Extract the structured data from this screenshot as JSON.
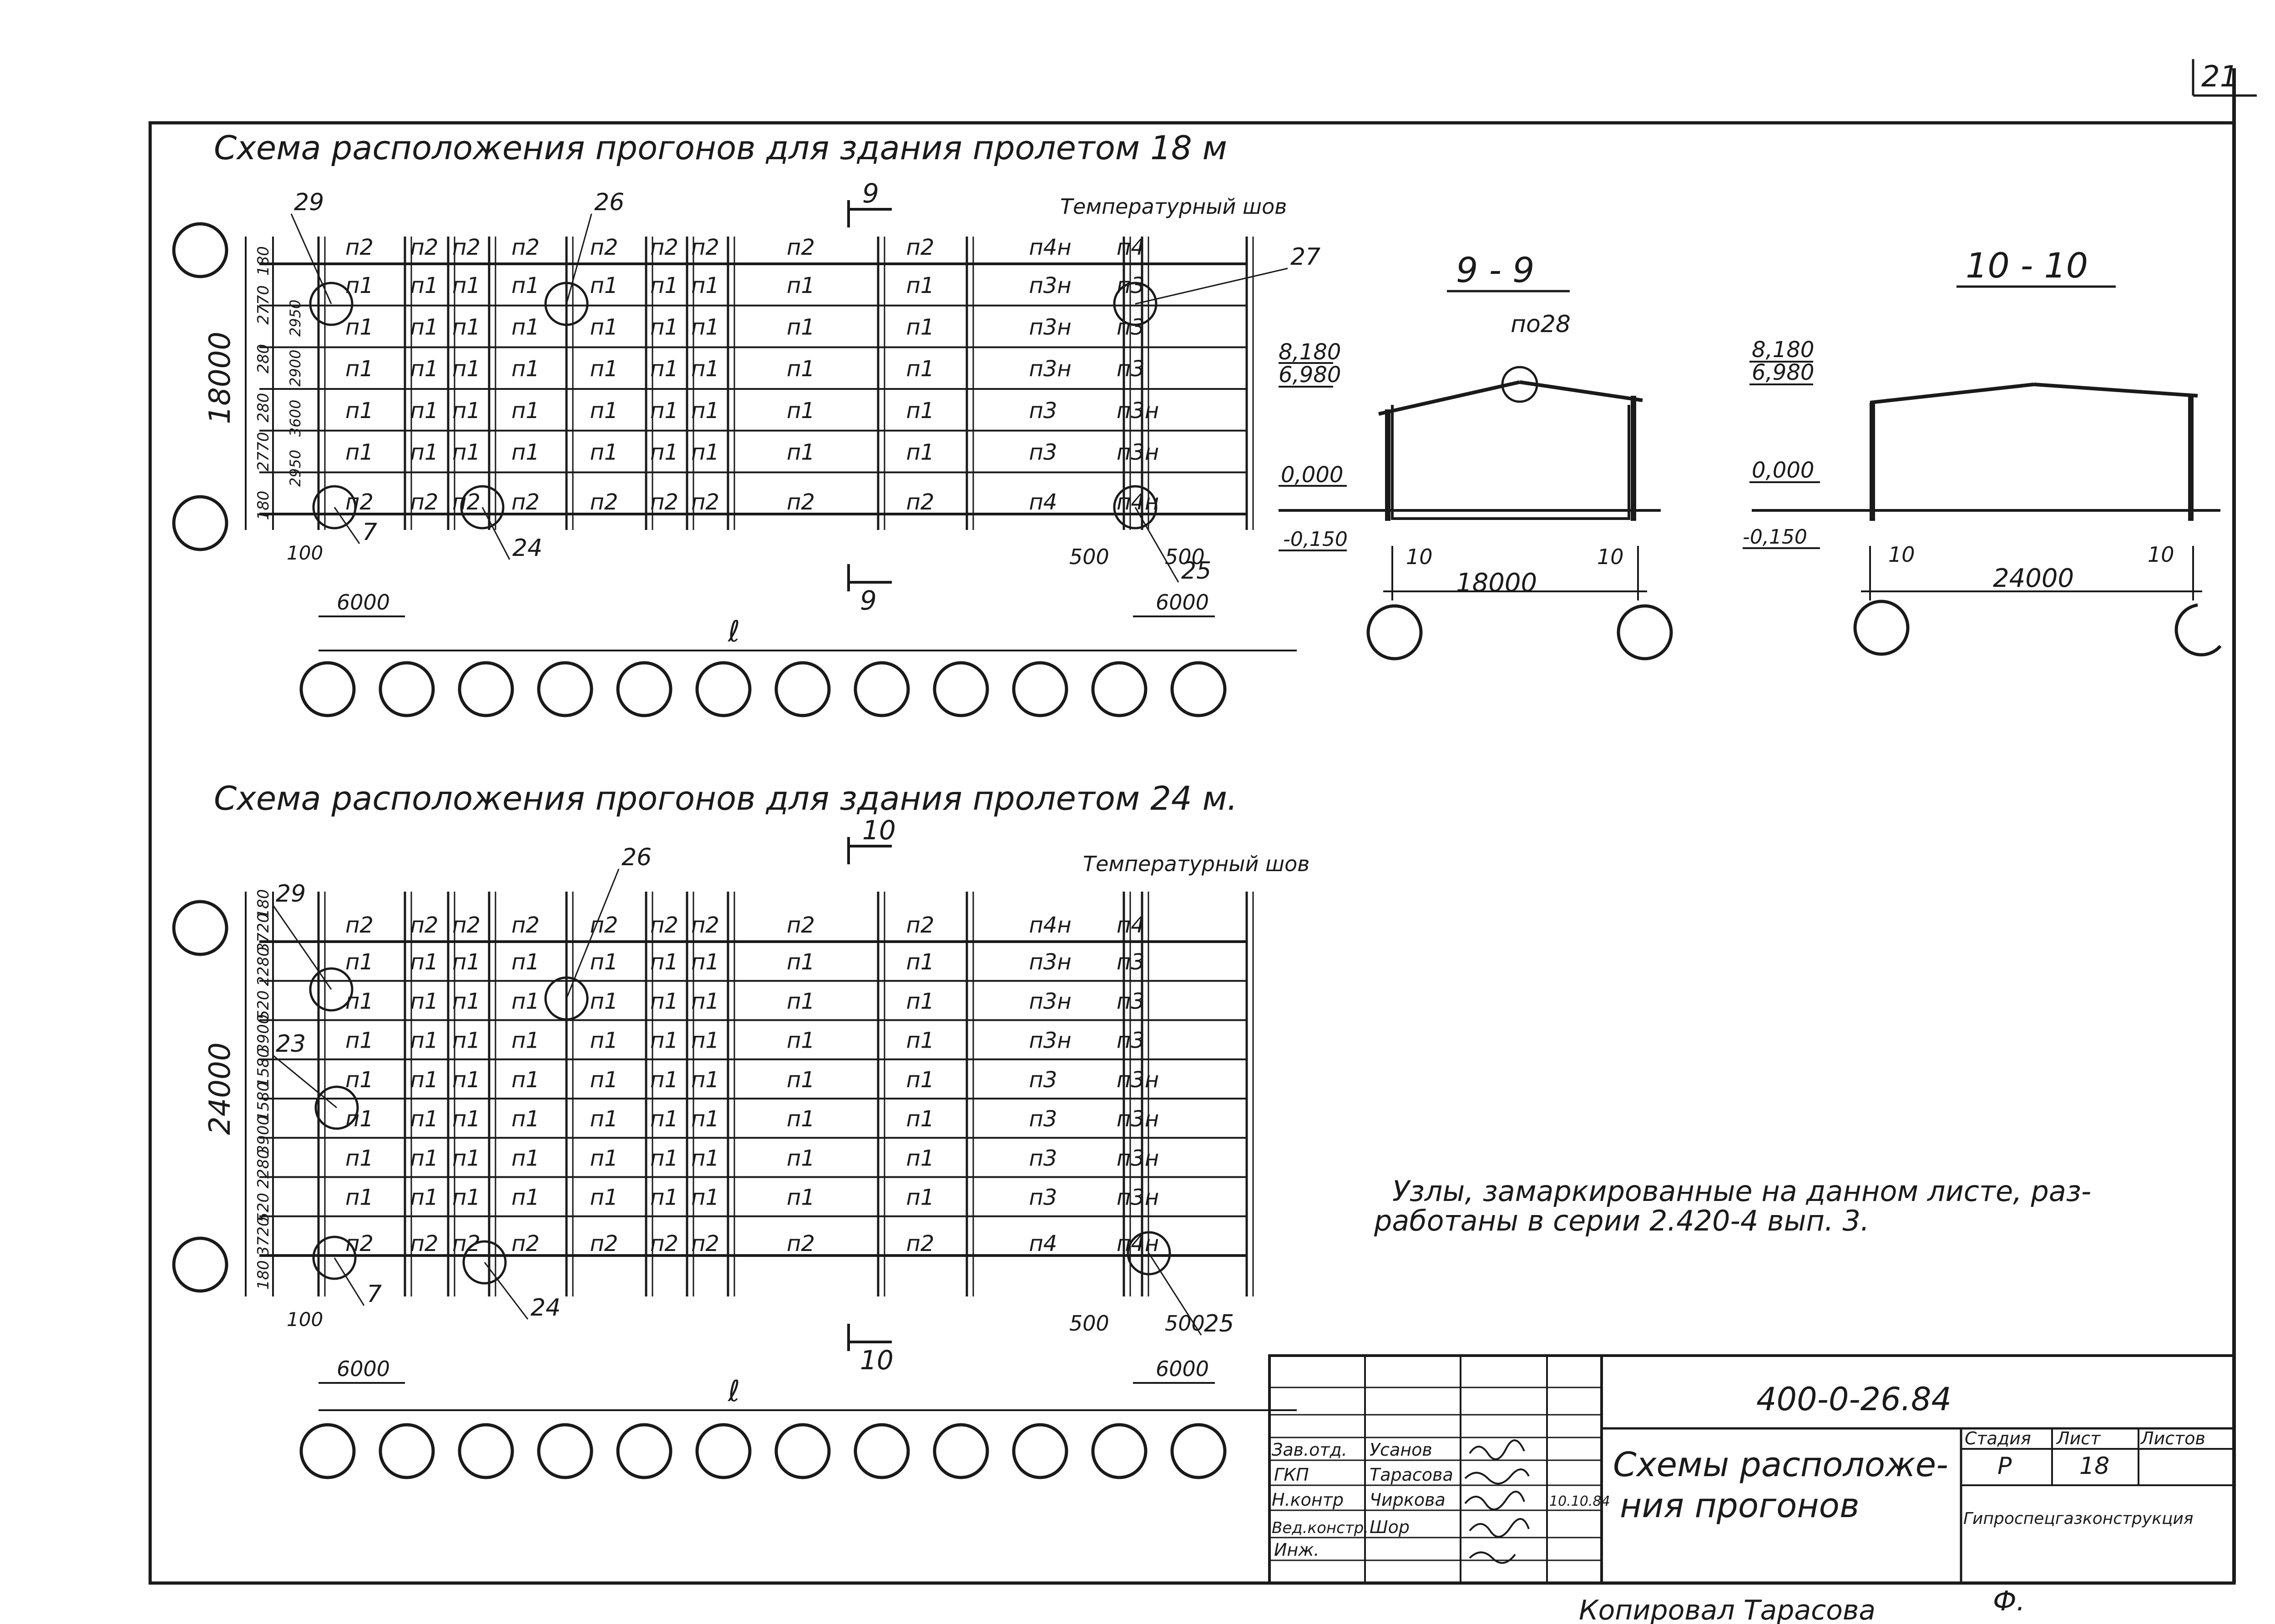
{
  "sheet": {
    "page_number": "21"
  },
  "top_plan": {
    "title": "Схема расположения прогонов для здания пролетом 18 м",
    "dims_vertical": [
      "180",
      "2770",
      "280",
      "280",
      "2770",
      "180"
    ],
    "dims_inner": [
      "2950",
      "2900",
      "3600",
      "2950"
    ],
    "total_width": "18000",
    "callouts": [
      "29",
      "26",
      "27",
      "7",
      "24",
      "25"
    ],
    "temp_joint_label": "Температурный шов",
    "section_mark": "9",
    "dims_bottom": [
      "100",
      "6000",
      "500",
      "500",
      "6000"
    ],
    "axis_label": "ℓ",
    "purlin_rows": [
      [
        "п2",
        "п2",
        "п2",
        "п2",
        "п2",
        "п2",
        "п2",
        "п2",
        "п2",
        "п4н",
        "п4"
      ],
      [
        "п1",
        "п1",
        "п1",
        "п1",
        "п1",
        "п1",
        "п1",
        "п1",
        "п1",
        "п3н",
        "п3"
      ],
      [
        "п1",
        "п1",
        "п1",
        "п1",
        "п1",
        "п1",
        "п1",
        "п1",
        "п1",
        "п3н",
        "п3"
      ],
      [
        "п1",
        "п1",
        "п1",
        "п1",
        "п1",
        "п1",
        "п1",
        "п1",
        "п1",
        "п3н",
        "п3"
      ],
      [
        "п1",
        "п1",
        "п1",
        "п1",
        "п1",
        "п1",
        "п1",
        "п1",
        "п1",
        "п3",
        "п3н"
      ],
      [
        "п1",
        "п1",
        "п1",
        "п1",
        "п1",
        "п1",
        "п1",
        "п1",
        "п1",
        "п3",
        "п3н"
      ],
      [
        "п2",
        "п2",
        "п2",
        "п2",
        "п2",
        "п2",
        "п2",
        "п2",
        "п2",
        "п4",
        "п4н"
      ]
    ]
  },
  "section_9": {
    "title": "9 - 9",
    "node": "по28",
    "elev": [
      "8,180",
      "6,980",
      "0,000",
      "-0,150"
    ],
    "dims": [
      "10",
      "18000",
      "10"
    ]
  },
  "section_10": {
    "title": "10 - 10",
    "elev": [
      "8,180",
      "6,980",
      "0,000",
      "-0,150"
    ],
    "dims": [
      "10",
      "24000",
      "10"
    ]
  },
  "bottom_plan": {
    "title": "Схема расположения прогонов для здания пролетом 24 м.",
    "dims_vertical": [
      "180",
      "3720",
      "2280",
      "520",
      "3900",
      "1580",
      "1580",
      "3900",
      "2280",
      "520",
      "3720",
      "180"
    ],
    "total_width": "24000",
    "callouts": [
      "29",
      "26",
      "23",
      "7",
      "24",
      "25"
    ],
    "temp_joint_label": "Температурный шов",
    "section_mark": "10",
    "dims_bottom": [
      "100",
      "6000",
      "500",
      "500",
      "6000"
    ],
    "axis_label": "ℓ",
    "purlin_rows": [
      [
        "п2",
        "п2",
        "п2",
        "п2",
        "п2",
        "п2",
        "п2",
        "п2",
        "п2",
        "п4н",
        "п4"
      ],
      [
        "п1",
        "п1",
        "п1",
        "п1",
        "п1",
        "п1",
        "п1",
        "п1",
        "п1",
        "п3н",
        "п3"
      ],
      [
        "п1",
        "п1",
        "п1",
        "п1",
        "п1",
        "п1",
        "п1",
        "п1",
        "п1",
        "п3н",
        "п3"
      ],
      [
        "п1",
        "п1",
        "п1",
        "п1",
        "п1",
        "п1",
        "п1",
        "п1",
        "п1",
        "п3н",
        "п3"
      ],
      [
        "п1",
        "п1",
        "п1",
        "п1",
        "п1",
        "п1",
        "п1",
        "п1",
        "п1",
        "п3",
        "п3н"
      ],
      [
        "п1",
        "п1",
        "п1",
        "п1",
        "п1",
        "п1",
        "п1",
        "п1",
        "п1",
        "п3",
        "п3н"
      ],
      [
        "п1",
        "п1",
        "п1",
        "п1",
        "п1",
        "п1",
        "п1",
        "п1",
        "п1",
        "п3",
        "п3н"
      ],
      [
        "п1",
        "п1",
        "п1",
        "п1",
        "п1",
        "п1",
        "п1",
        "п1",
        "п1",
        "п3",
        "п3н"
      ],
      [
        "п2",
        "п2",
        "п2",
        "п2",
        "п2",
        "п2",
        "п2",
        "п2",
        "п2",
        "п4",
        "п4н"
      ]
    ]
  },
  "note": {
    "line1": "Узлы, замаркированные на данном листе, раз-",
    "line2": "работаны в серии 2.420-4 вып. 3."
  },
  "title_block": {
    "code": "400-0-26.84",
    "drawing_title_1": "Схемы расположе-",
    "drawing_title_2": "ния прогонов",
    "stage_header": "Стадия",
    "sheet_header": "Лист",
    "sheets_header": "Листов",
    "stage": "Р",
    "sheet": "18",
    "org": "Гипроспецгазконструкция",
    "roles": [
      "Зав.отд.",
      "ГКП",
      "Н.контр",
      "Вед.констр.",
      "Инж."
    ],
    "names": [
      "Усанов",
      "Тарасова",
      "Чиркова",
      "Шор",
      ""
    ],
    "date": "10.10.84"
  },
  "footer": {
    "copied_by": "Копировал Тарасова",
    "format": "Ф."
  }
}
